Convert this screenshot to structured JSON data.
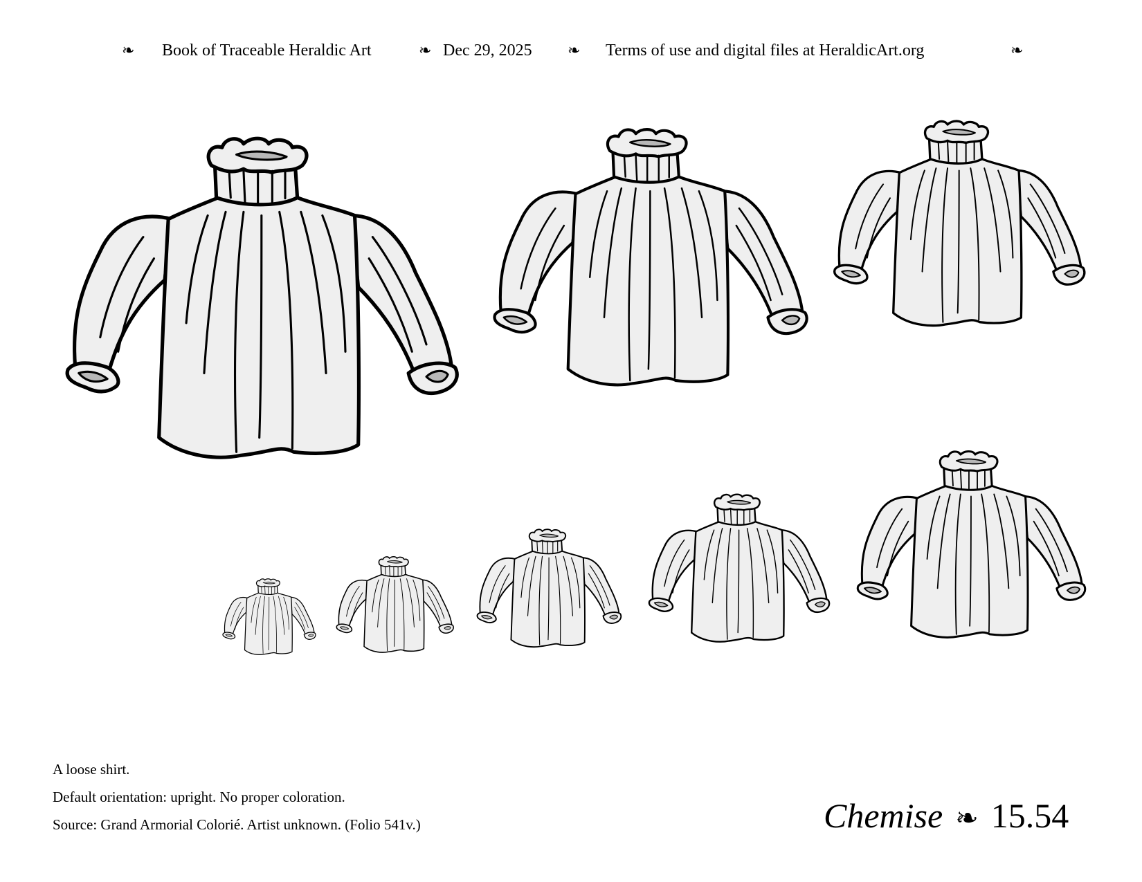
{
  "header": {
    "separator": "❧",
    "book_title": "Book of Traceable Heraldic Art",
    "date": "Dec 29, 2025",
    "terms": "Terms of use and digital files at HeraldicArt.org"
  },
  "description": {
    "line1": "A loose shirt.",
    "line2": "Default orientation: upright. No proper coloration.",
    "line3": "Source: Grand Armorial Colorié. Artist unknown. (Folio 541v.)"
  },
  "figure": {
    "name": "Chemise",
    "separator": "❧",
    "number": "15.54"
  },
  "colors": {
    "fill": "#efefef",
    "shade": "#b8b8b8",
    "stroke": "#000000"
  }
}
